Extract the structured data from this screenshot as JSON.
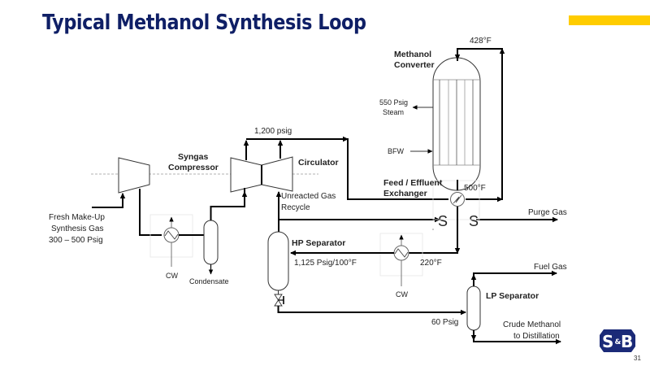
{
  "slide": {
    "title": "Typical Methanol Synthesis Loop",
    "page_number": "31",
    "accent_color": "#ffcc00",
    "title_color": "#0f1f66",
    "logo": {
      "name": "S&B logo",
      "letters_left": "S",
      "letters_mid": "&",
      "letters_right": "B",
      "color": "#1b2a78"
    }
  },
  "diagram": {
    "equipment": {
      "methanol_converter": "Methanol\nConverter",
      "methanol_converter_l1": "Methanol",
      "methanol_converter_l2": "Converter",
      "syngas_compressor_l1": "Syngas",
      "syngas_compressor_l2": "Compressor",
      "circulator": "Circulator",
      "feed_effluent_l1": "Feed / Effluent",
      "feed_effluent_l2": "Exchanger",
      "hp_separator": "HP Separator",
      "lp_separator": "LP Separator"
    },
    "streams": {
      "fresh_makeup_l1": "Fresh Make-Up",
      "fresh_makeup_l2": "Synthesis Gas",
      "fresh_makeup_l3": "300 – 500 Psig",
      "cw_1": "CW",
      "condensate": "Condensate",
      "pressure_1200": "1,200 psig",
      "unreacted_l1": "Unreacted Gas",
      "unreacted_l2": "Recycle",
      "steam_l1": "550 Psig",
      "steam_l2": "Steam",
      "bfw": "BFW",
      "temp_428": "428°F",
      "temp_500": "500°F",
      "purge_gas": "Purge Gas",
      "hp_conditions": "1,125 Psig/100°F",
      "temp_220": "220°F",
      "cw_2": "CW",
      "fuel_gas": "Fuel Gas",
      "lp_pressure": "60 Psig",
      "crude_l1": "Crude Methanol",
      "crude_l2": "to Distillation"
    }
  }
}
